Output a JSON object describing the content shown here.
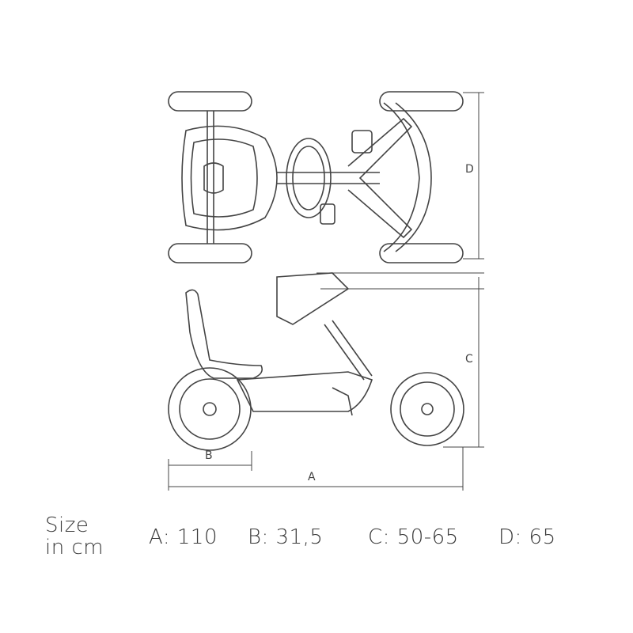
{
  "diagram": {
    "dimension_labels": {
      "A": "A",
      "B": "B",
      "C": "C",
      "D": "D"
    }
  },
  "sizes": {
    "heading_line1": "Size",
    "heading_line2": "in cm",
    "a": "A: 110",
    "b": "B: 31,5",
    "c": "C: 50-65",
    "d": "D: 65"
  }
}
